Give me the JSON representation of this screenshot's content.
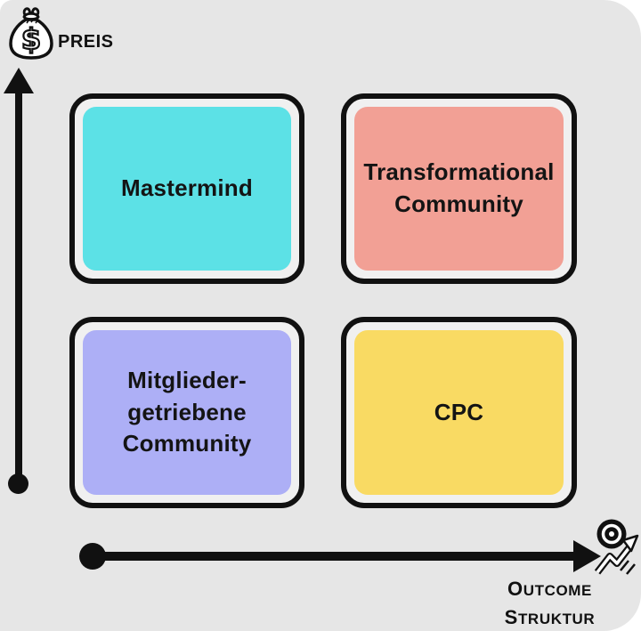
{
  "canvas": {
    "background_color": "#e6e6e6",
    "page_background": "#ffffff",
    "axis_color": "#111111",
    "box_border_color": "#111111",
    "box_gap_color": "#f0f0f0",
    "text_color": "#141414"
  },
  "y_axis": {
    "label": "PREIS",
    "icon": "money-bag-icon"
  },
  "x_axis": {
    "label_line1": "OUTCOME",
    "label_line2": "STRUKTUR",
    "icon": "target-growth-icon"
  },
  "quadrants": {
    "top_left": {
      "label": "Mastermind",
      "color": "#5ce1e6"
    },
    "top_right": {
      "label": "Transformational Community",
      "color": "#f2a095"
    },
    "bottom_left": {
      "label": "Mitglieder-getriebene Community",
      "color": "#adaff6"
    },
    "bottom_right": {
      "label": "CPC",
      "color": "#f9da63"
    }
  }
}
